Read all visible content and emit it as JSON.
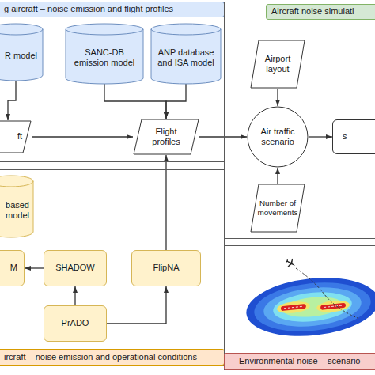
{
  "diagram": {
    "nodes": [
      {
        "text": [
          "g aircraft – noise emission and flight profiles"
        ]
      },
      {
        "text": [
          "R model"
        ],
        "in": 0
      },
      {
        "text": [
          "SANC-DB emission model"
        ],
        "in": 0
      },
      {
        "text": [
          "ANP database and ISA model"
        ],
        "in": 0
      },
      {
        "text": [
          "ft"
        ],
        "in": 0
      },
      {
        "text": [
          "Flight profiles"
        ],
        "in": 0
      },
      {
        "text": [
          "Aircraft noise simulati"
        ]
      },
      {
        "text": [
          "Airport layout"
        ],
        "in": 6
      },
      {
        "text": [
          "Air traffic scenario"
        ],
        "in": 6
      },
      {
        "text": [
          "Number of movements"
        ],
        "in": 6
      },
      {
        "text": [
          "s"
        ],
        "in": 6
      },
      {
        "text": [
          "ircraft – noise emission and operational conditions"
        ]
      },
      {
        "text": [
          "based model"
        ],
        "in": 11
      },
      {
        "text": [
          "M"
        ],
        "in": 11
      },
      {
        "text": [
          "SHADOW"
        ],
        "in": 11
      },
      {
        "text": [
          "FlipNA"
        ],
        "in": 11
      },
      {
        "text": [
          "PrADO"
        ],
        "in": 11
      },
      {
        "text": [
          "Environmental noise – scenario"
        ]
      }
    ],
    "edges": [
      {
        "from": 1,
        "to": 4,
        "arrow": "to"
      },
      {
        "from": 4,
        "to": 5,
        "arrow": "to"
      },
      {
        "from": 2,
        "to": 5,
        "arrow": "to"
      },
      {
        "from": 3,
        "to": 5,
        "arrow": "to"
      },
      {
        "from": 5,
        "to": 8,
        "arrow": "to"
      },
      {
        "from": 7,
        "to": 8,
        "arrow": "to"
      },
      {
        "from": 9,
        "to": 8,
        "arrow": "to"
      },
      {
        "from": 8,
        "to": 10,
        "arrow": "to"
      },
      {
        "from": 15,
        "to": 5,
        "arrow": "to"
      },
      {
        "from": 14,
        "to": 13,
        "arrow": "to"
      },
      {
        "from": 16,
        "to": 14,
        "arrow": "to"
      },
      {
        "from": 16,
        "to": 15,
        "arrow": "to"
      }
    ]
  }
}
